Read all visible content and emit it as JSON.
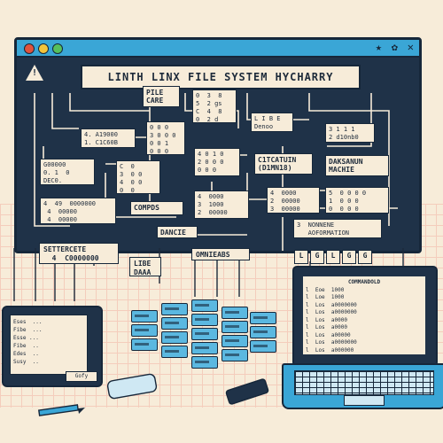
{
  "window": {
    "title_banner": "LINTH LINX FILE SYSTEM HYCHARRY",
    "warning_symbol": "!"
  },
  "boxes": {
    "file_care": "PILE\nCARE",
    "top_mid": "0  3  8\n5  2 gs\nC  4  8\n0  2 d",
    "top_right_a": "L I B E\nDenoo",
    "left_a": "4. A19000\n1. C1C60B",
    "mid_a": "0 0 0\n3 0 0 0\n0 0 1\n0 0 0",
    "right_a": "3 1 1 1\n2 d10nb0",
    "left_b": "G00000\n0. 1  0\nDEC0.",
    "mid_b": "C  0\n3  0 0\n4  0 0\n0  0",
    "mid_c": "4 0 1 0\n2 0 0 0\n0 0 0",
    "center_title": "C1TCATUIN\n(D1MN18)",
    "right_b": "DAKSANUN\nMACHIE",
    "left_c": "4  49  0000000\n 4  00000\n 4  00000",
    "compds": "COMPDS",
    "center_list": "4  0000\n3  1000\n2  00000",
    "right_c": "4  0000\n2  00000\n3  00000",
    "right_d": "5  0 0 0 0\n1  0 0 0\n0  0 0 0",
    "dance": "DANCIE",
    "hardware": "3  NONNENE\n   AOFORMATION"
  },
  "labels": {
    "settercete": "SETTERCETE\n  4  C0000000",
    "libe": "LIBE\nDAAA",
    "omnieabs": "OMNIEABS"
  },
  "small_boxes": [
    "L",
    "G",
    "L",
    "G",
    "G"
  ],
  "tablet": {
    "lines": "Eses  ...\nFibe  ...\nEsse ...\nFibe  ..\nEdes  ..\nSusy  ..",
    "button": "Gofy"
  },
  "laptop": {
    "header": "COMMANDOLD",
    "lines": "l  Eoe  1000\nl  Loe  1000\nl  Los  a0000000\nl  Los  a0000000\nl  Los  a0000\nl  Los  a0000\nl  Los  a00000\nl  Los  a0000000\nl  Los  a000000\nl  Los  a0000"
  },
  "colors": {
    "accent": "#3aa6d6",
    "dark": "#1f3248",
    "paper": "#f7ecd9"
  }
}
